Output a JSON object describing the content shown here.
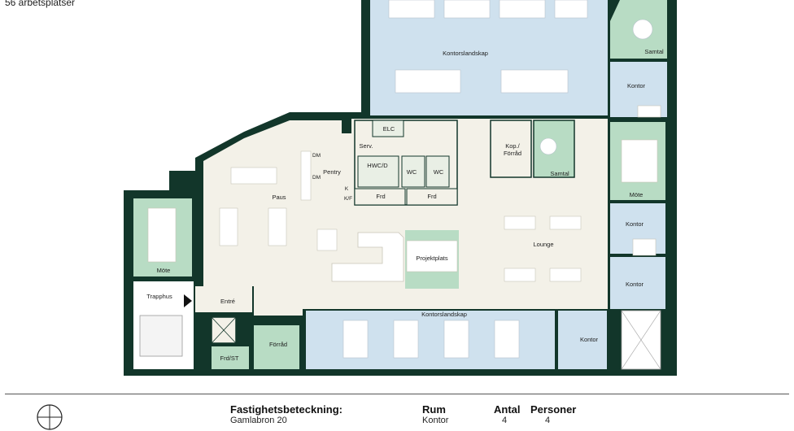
{
  "header": {
    "workplaces": "56 arbetsplatser"
  },
  "colors": {
    "office": "#cfe1ee",
    "meeting": "#b8dcc4",
    "common": "#f3f1e8",
    "wall": "#12362a",
    "outside": "#ffffff"
  },
  "rooms": {
    "kontorslandskap_north": "Kontorslandskap",
    "kontorslandskap_south": "Kontorslandskap",
    "samtal_ne": "Samtal",
    "kontor_ne": "Kontor",
    "mote_east": "Möte",
    "kontor_e1": "Kontor",
    "kontor_e2": "Kontor",
    "kontor_se": "Kontor",
    "samtal_mid": "Samtal",
    "kop_forrad": "Kop./\nFörråd",
    "lounge": "Lounge",
    "projektplats": "Projektplats",
    "elc": "ELC",
    "serv": "Serv.",
    "hwc": "HWC/D",
    "wc1": "WC",
    "wc2": "WC",
    "frd1": "Frd",
    "frd2": "Frd",
    "pentry": "Pentry",
    "dm1": "DM",
    "dm2": "DM",
    "k": "K",
    "kf": "K/F",
    "paus": "Paus",
    "mote_west": "Möte",
    "trapphus": "Trapphus",
    "entre": "Entré",
    "forrad": "Förråd",
    "frd_st": "Frd/ST"
  },
  "legend": {
    "property_heading": "Fastighetsbeteckning:",
    "property_value": "Gamlabron 20",
    "col_room": "Rum",
    "col_count": "Antal",
    "col_persons": "Personer",
    "row1_room": "Kontor",
    "row1_count": "4",
    "row1_persons": "4"
  }
}
